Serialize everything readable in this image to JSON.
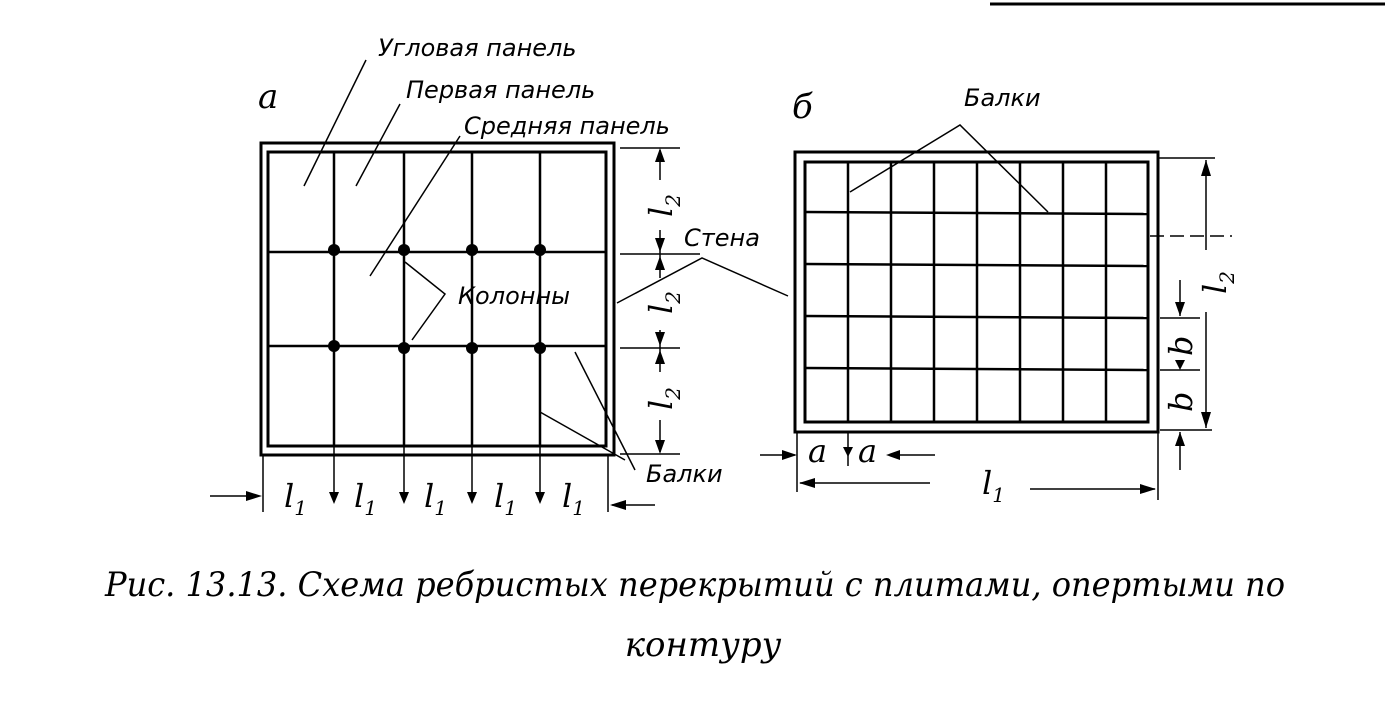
{
  "figure": {
    "label_a": "а",
    "label_b": "б",
    "labels_a": {
      "corner_panel": "Угловая панель",
      "first_panel": "Первая панель",
      "middle_panel": "Средняя панель",
      "columns": "Колонны",
      "wall": "Стена",
      "beams": "Балки"
    },
    "labels_b": {
      "beams": "Балки"
    },
    "dimensions": {
      "l1": "l",
      "l1_sub": "1",
      "l2": "l",
      "l2_sub": "2",
      "a": "a",
      "b": "b"
    }
  },
  "caption": {
    "line1": "Рис. 13.13. Схема ребристых перекрытий с плитами, опертыми по",
    "line2": "контуру"
  }
}
